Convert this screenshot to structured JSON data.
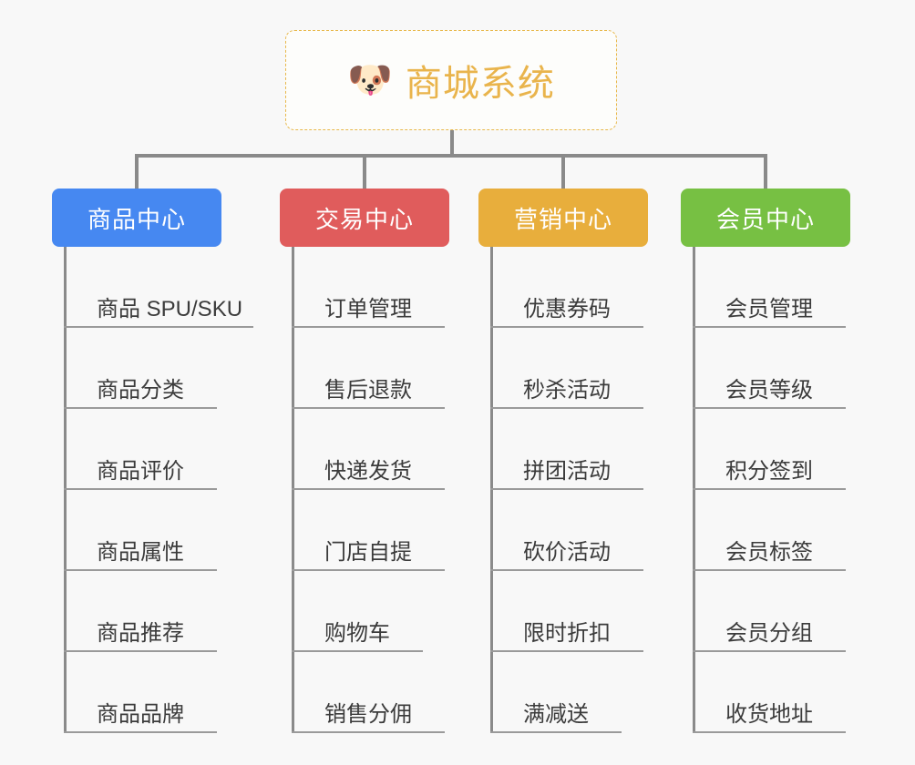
{
  "canvas": {
    "background_color": "#f8f8f8",
    "line_color": "#8a8a8a",
    "rule_color": "#9a9a9a",
    "leaf_text_color": "#3b3b3b"
  },
  "root": {
    "icon": "shiba-dog-face-emoji",
    "emoji": "🐶",
    "title": "商城系统",
    "title_color": "#e9b44c",
    "border_color": "#e8b84b",
    "border_style": "dashed",
    "fill_color": "#fdfdfb"
  },
  "columns": [
    {
      "id": "product-center",
      "title": "商品中心",
      "color": "#4688f1",
      "items": [
        {
          "label": "商品 SPU/SKU",
          "rule_width": 208
        },
        {
          "label": "商品分类",
          "rule_width": 168
        },
        {
          "label": "商品评价",
          "rule_width": 168
        },
        {
          "label": "商品属性",
          "rule_width": 168
        },
        {
          "label": "商品推荐",
          "rule_width": 168
        },
        {
          "label": "商品品牌",
          "rule_width": 168
        }
      ]
    },
    {
      "id": "trade-center",
      "title": "交易中心",
      "color": "#e05c5c",
      "items": [
        {
          "label": "订单管理",
          "rule_width": 168
        },
        {
          "label": "售后退款",
          "rule_width": 168
        },
        {
          "label": "快递发货",
          "rule_width": 168
        },
        {
          "label": "门店自提",
          "rule_width": 168
        },
        {
          "label": "购物车",
          "rule_width": 144
        },
        {
          "label": "销售分佣",
          "rule_width": 168
        }
      ]
    },
    {
      "id": "marketing-center",
      "title": "营销中心",
      "color": "#e8ae3c",
      "items": [
        {
          "label": "优惠券码",
          "rule_width": 168
        },
        {
          "label": "秒杀活动",
          "rule_width": 168
        },
        {
          "label": "拼团活动",
          "rule_width": 168
        },
        {
          "label": "砍价活动",
          "rule_width": 168
        },
        {
          "label": "限时折扣",
          "rule_width": 168
        },
        {
          "label": "满减送",
          "rule_width": 144
        }
      ]
    },
    {
      "id": "member-center",
      "title": "会员中心",
      "color": "#77c043",
      "items": [
        {
          "label": "会员管理",
          "rule_width": 168
        },
        {
          "label": "会员等级",
          "rule_width": 168
        },
        {
          "label": "积分签到",
          "rule_width": 168
        },
        {
          "label": "会员标签",
          "rule_width": 168
        },
        {
          "label": "会员分组",
          "rule_width": 168
        },
        {
          "label": "收货地址",
          "rule_width": 168
        }
      ]
    }
  ]
}
